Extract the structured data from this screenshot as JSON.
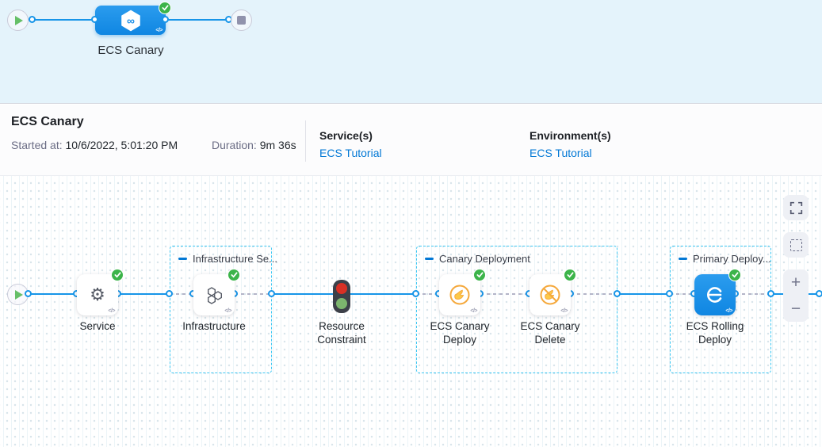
{
  "banner": {
    "stage_label": "ECS Canary"
  },
  "header": {
    "title": "ECS Canary",
    "started_label": "Started at:",
    "started_value": "10/6/2022, 5:01:20 PM",
    "duration_label": "Duration:",
    "duration_value": "9m 36s",
    "services_label": "Service(s)",
    "services_value": "ECS Tutorial",
    "environments_label": "Environment(s)",
    "environments_value": "ECS Tutorial"
  },
  "graph": {
    "groups": [
      {
        "title": "Infrastructure Se..."
      },
      {
        "title": "Canary Deployment"
      },
      {
        "title": "Primary Deploy..."
      }
    ],
    "nodes": [
      {
        "label": "Service",
        "icon": "gear-icon",
        "status": "success"
      },
      {
        "label": "Infrastructure",
        "icon": "hexagon-cluster-icon",
        "status": "success"
      },
      {
        "label": "Resource Constraint",
        "icon": "traffic-light-icon",
        "status": "running"
      },
      {
        "label": "ECS Canary Deploy",
        "icon": "canary-icon",
        "status": "success"
      },
      {
        "label": "ECS Canary Delete",
        "icon": "canary-delete-icon",
        "status": "success"
      },
      {
        "label": "ECS Rolling Deploy",
        "icon": "ecs-rolling-icon",
        "status": "success"
      }
    ]
  },
  "glyphs": {
    "code": "</>",
    "zoom_in": "+",
    "zoom_out": "−"
  },
  "colors": {
    "banner_bg": "#e4f3fb",
    "line_blue": "#1795e8",
    "node_blue": "#1b8fe8",
    "link_blue": "#0278d5",
    "success_green": "#3cb44a",
    "canary_amber": "#f5a93d",
    "group_border": "#3cc7f3",
    "traffic_red": "#d93025",
    "traffic_green": "#7cb56e"
  }
}
